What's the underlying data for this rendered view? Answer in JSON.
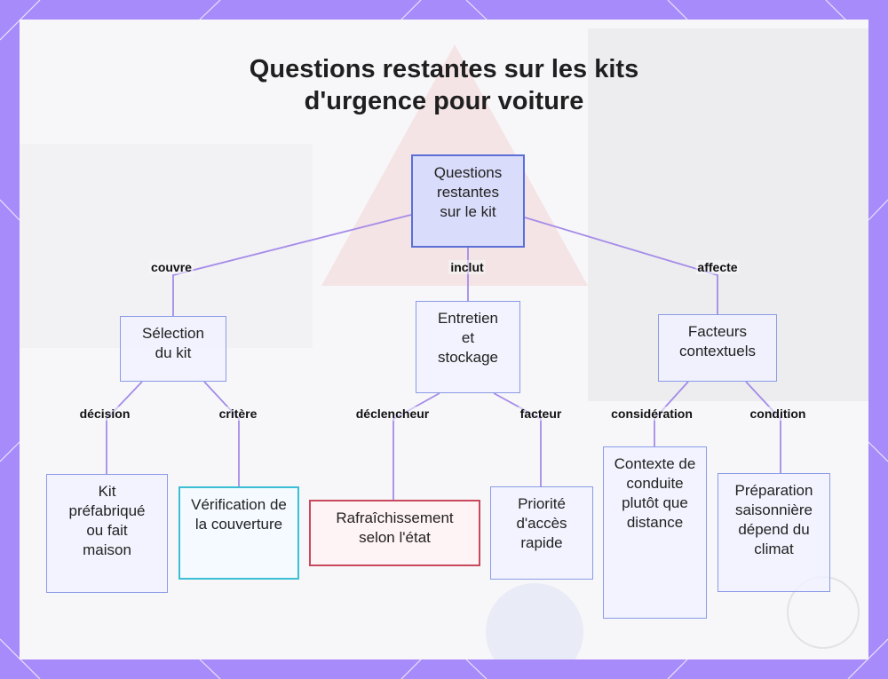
{
  "title_lines": [
    "Questions restantes sur les kits",
    "d'urgence pour voiture"
  ],
  "colors": {
    "frame": "#a78bfa",
    "root_fill": "#d9dcfa",
    "root_border": "#5b6fd6",
    "node_border": "#8b9be6",
    "connector": "#a48be8",
    "highlight_cyan": "#3cbfd4",
    "highlight_red": "#c8495e"
  },
  "root": {
    "label": "Questions restantes sur le kit"
  },
  "branches": [
    {
      "edge": "couvre",
      "label": "Sélection du kit",
      "children": [
        {
          "edge": "décision",
          "label": "Kit préfabriqué ou fait maison"
        },
        {
          "edge": "critère",
          "label": "Vérification de la couverture"
        }
      ]
    },
    {
      "edge": "inclut",
      "label": "Entretien et stockage",
      "children": [
        {
          "edge": "déclencheur",
          "label": "Rafraîchissement selon l'état"
        },
        {
          "edge": "facteur",
          "label": "Priorité d'accès rapide"
        }
      ]
    },
    {
      "edge": "affecte",
      "label": "Facteurs contextuels",
      "children": [
        {
          "edge": "considération",
          "label": "Contexte de conduite plutôt que distance"
        },
        {
          "edge": "condition",
          "label": "Préparation saisonnière dépend du climat"
        }
      ]
    }
  ]
}
